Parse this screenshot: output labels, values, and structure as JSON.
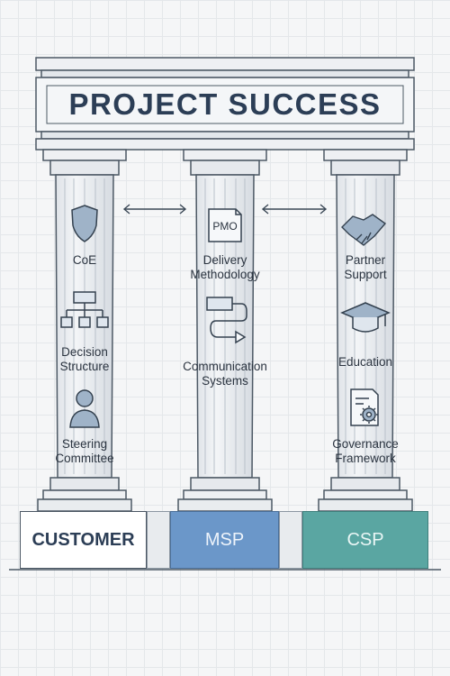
{
  "title": "PROJECT SUCCESS",
  "pillars": [
    {
      "name": "CUSTOMER",
      "items": [
        {
          "icon": "shield-icon",
          "label": "CoE"
        },
        {
          "icon": "org-chart-icon",
          "label": "Decision\nStructure"
        },
        {
          "icon": "person-icon",
          "label": "Steering\nCommittee"
        }
      ]
    },
    {
      "name": "MSP",
      "items": [
        {
          "icon": "document-icon",
          "icon_text": "PMO",
          "label": "Delivery\nMethodology"
        },
        {
          "icon": "flow-arrow-icon",
          "label": "Communication\nSystems"
        }
      ]
    },
    {
      "name": "CSP",
      "items": [
        {
          "icon": "handshake-icon",
          "label": "Partner\nSupport"
        },
        {
          "icon": "graduation-cap-icon",
          "label": "Education"
        },
        {
          "icon": "gear-document-icon",
          "label": "Governance\nFramework"
        }
      ]
    }
  ],
  "colors": {
    "ink": "#2c3e56",
    "column": "#eef0f3",
    "msp": "#6b97c9",
    "csp": "#5aa6a2"
  }
}
